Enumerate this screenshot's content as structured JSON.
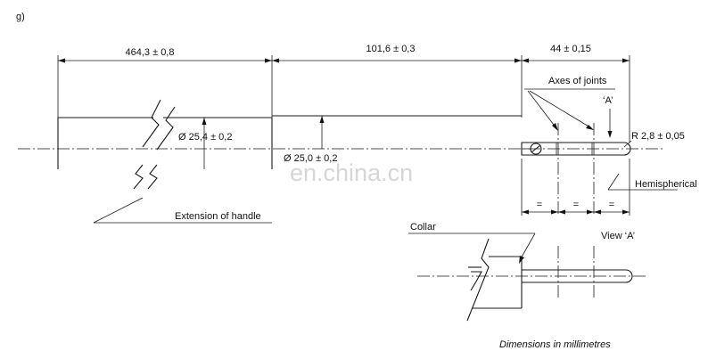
{
  "figure_label": "g)",
  "dimensions": {
    "handle_extension_length": "464,3 ± 0,8",
    "middle_length": "101,6 ± 0,3",
    "end_length": "44 ± 0,15",
    "handle_diameter": "Ø 25,4 ± 0,2",
    "shaft_diameter": "Ø 25,0 ± 0,2",
    "tip_radius": "R 2,8 ± 0,05",
    "equal_mark": "="
  },
  "labels": {
    "axes_of_joints": "Axes of joints",
    "view_a_marker": "‘A’",
    "hemispherical": "Hemispherical",
    "extension_of_handle": "Extension of handle",
    "collar": "Collar",
    "view_a": "View  ‘A’",
    "footer": "Dimensions in millimetres"
  },
  "watermark": "en.china.cn"
}
